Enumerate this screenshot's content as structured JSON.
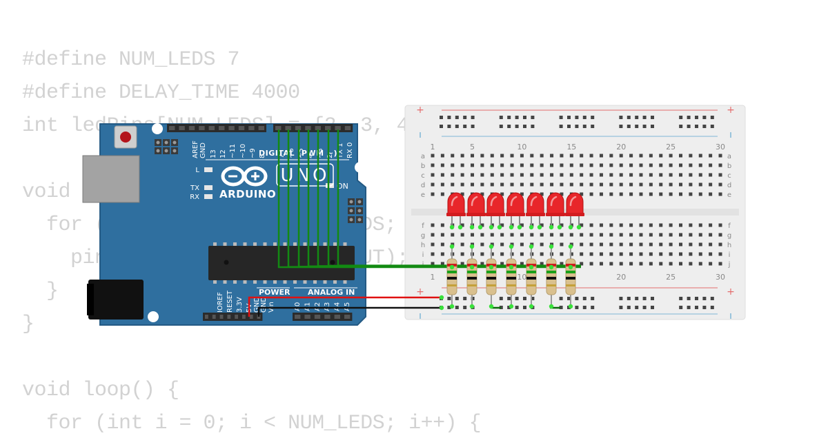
{
  "code": {
    "lines": [
      "#define NUM_LEDS 7",
      "#define DELAY_TIME 4000",
      "int ledPins[NUM_LEDS] = {2, 3, 4, 5, 6, 7, 8};",
      "",
      "void setup() {",
      "  for (int i = 0; i < NUM_LEDS; i++) {",
      "    pinMode(ledPins[i], OUTPUT);",
      "  }",
      "}",
      "",
      "void loop() {",
      "  for (int i = 0; i < NUM_LEDS; i++) {"
    ]
  },
  "arduino": {
    "brand": "ARDUINO",
    "model": "UNO",
    "digital_label": "DIGITAL (PWM ~)",
    "power_label": "POWER",
    "analog_label": "ANALOG IN",
    "on_label": "ON",
    "led_labels": [
      "L",
      "TX",
      "RX"
    ],
    "top_pins": [
      "AREF",
      "GND",
      "13",
      "12",
      "~11",
      "~10",
      "~9",
      "8",
      "7",
      "~6",
      "~5",
      "4",
      "~3",
      "2",
      "TX 1",
      "RX 0"
    ],
    "power_pins": [
      "IOREF",
      "RESET",
      "3.3V",
      "5V",
      "GND",
      "GND",
      "Vin"
    ],
    "analog_pins": [
      "A0",
      "A1",
      "A2",
      "A3",
      "A4",
      "A5"
    ],
    "colors": {
      "board": "#2f6f9f",
      "border": "#245a84",
      "header": "#2b2b2b"
    }
  },
  "breadboard": {
    "column_numbers": [
      "1",
      "5",
      "10",
      "15",
      "20",
      "25",
      "30"
    ],
    "rows_top": [
      "a",
      "b",
      "c",
      "d",
      "e"
    ],
    "rows_bottom": [
      "f",
      "g",
      "h",
      "i",
      "j"
    ],
    "rail_plus": "+",
    "colors": {
      "body": "#eeeeee",
      "hole": "#444444",
      "rail_red": "#e46c6c",
      "rail_blue": "#7fb6d6"
    }
  },
  "components": {
    "led_count": 7,
    "led_color": "#e8262a",
    "resistor_count": 7,
    "wire_colors": {
      "signal": "#138a13",
      "power": "#e01010",
      "ground": "#111111"
    }
  }
}
